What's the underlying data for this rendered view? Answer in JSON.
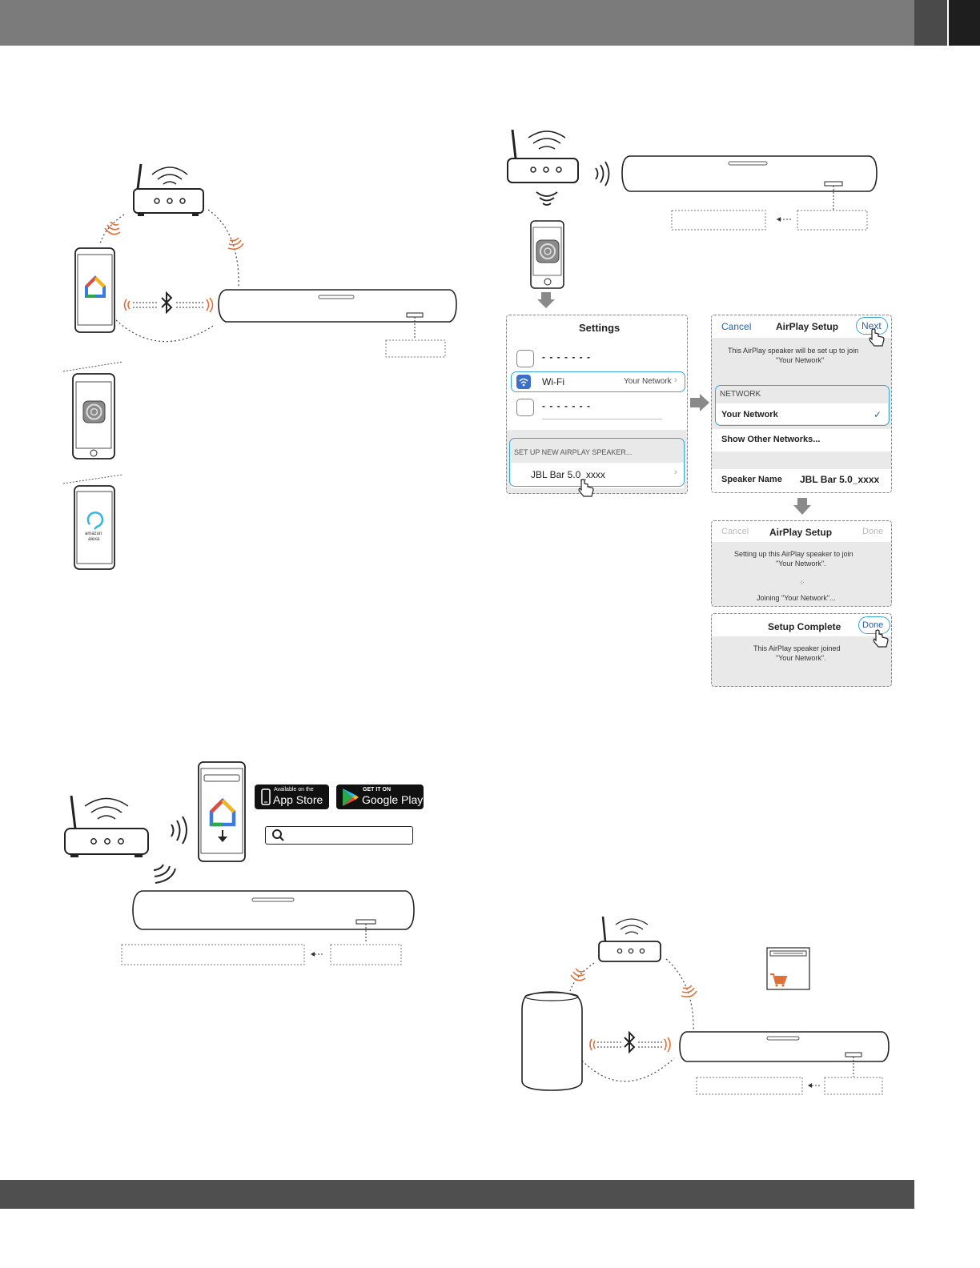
{
  "settings": {
    "title": "Settings",
    "row1": "- - - - - - -",
    "wifi_label": "Wi-Fi",
    "wifi_value": "Your Network",
    "row3": "- - - - - - -",
    "section": "SET UP NEW AIRPLAY SPEAKER...",
    "speaker": "JBL Bar 5.0_xxxx"
  },
  "airplay_setup": {
    "cancel": "Cancel",
    "title": "AirPlay Setup",
    "next": "Next",
    "message_line1": "This AirPlay speaker will be set up to join",
    "message_line2": "\"Your Network\"",
    "network_header": "NETWORK",
    "network_value": "Your Network",
    "checkmark": "✓",
    "other_networks": "Show Other Networks...",
    "speaker_name_label": "Speaker Name",
    "speaker_name_value": "JBL Bar 5.0_xxxx"
  },
  "airplay_progress": {
    "cancel": "Cancel",
    "title": "AirPlay Setup",
    "done": "Done",
    "message_line1": "Setting up this AirPlay speaker to join",
    "message_line2": "\"Your Network\".",
    "joining": "Joining \"Your Network\"..."
  },
  "setup_complete": {
    "title": "Setup Complete",
    "done": "Done",
    "message_line1": "This AirPlay speaker joined",
    "message_line2": "\"Your Network\"."
  },
  "store_badges": {
    "appstore_small": "Available on the",
    "appstore_big": "App Store",
    "play_small": "GET IT ON",
    "play_big": "Google Play"
  },
  "alexa_app": {
    "line1": "amazon",
    "line2": "alexa"
  },
  "colors": {
    "accent_blue": "#2b5fa8",
    "highlight": "#39a6d0",
    "signal_orange": "#e0703a",
    "top_bar": "#7b7b7b",
    "bottom_bar": "#4f4f4f"
  }
}
